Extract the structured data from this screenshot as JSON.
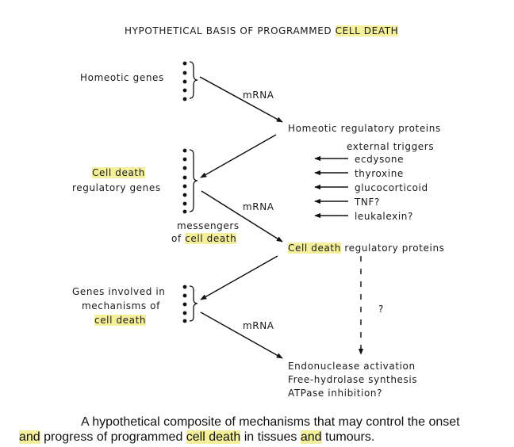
{
  "colors": {
    "highlight": "#f3ef9a",
    "ink": "#1a1a1a"
  },
  "title": {
    "prefix": "HYPOTHETICAL BASIS OF PROGRAMMED ",
    "highlighted": "CELL DEATH"
  },
  "nodes": {
    "homeotic_genes": "Homeotic genes",
    "homeotic_proteins": "Homeotic regulatory proteins",
    "cd_genes_hl": "Cell death",
    "cd_genes_line2": "regulatory genes",
    "messengers_line1": "messengers",
    "messengers_prefix": "of ",
    "messengers_hl": "cell death",
    "cd_proteins_hl": "Cell death",
    "cd_proteins_rest": " regulatory proteins",
    "mech_line1": "Genes involved in",
    "mech_line2": "mechanisms of",
    "mech_hl": "cell death",
    "endonuclease": "Endonuclease activation",
    "hydrolase": "Free-hydrolase synthesis",
    "atpase": "ATPase inhibition?",
    "question": "?"
  },
  "mrna_labels": [
    "mRNA",
    "mRNA",
    "mRNA"
  ],
  "triggers": {
    "heading": "external triggers",
    "items": [
      "ecdysone",
      "thyroxine",
      "glucocorticoid",
      "TNF?",
      "leukalexin?"
    ]
  },
  "caption": {
    "line1": "A hypothetical composite of mechanisms that may control the onset",
    "line2": {
      "and1": "and",
      "part1": " progress of programmed ",
      "cd": "cell death",
      "part2": " in tissues ",
      "and2": "and",
      "part3": " tumours."
    }
  }
}
